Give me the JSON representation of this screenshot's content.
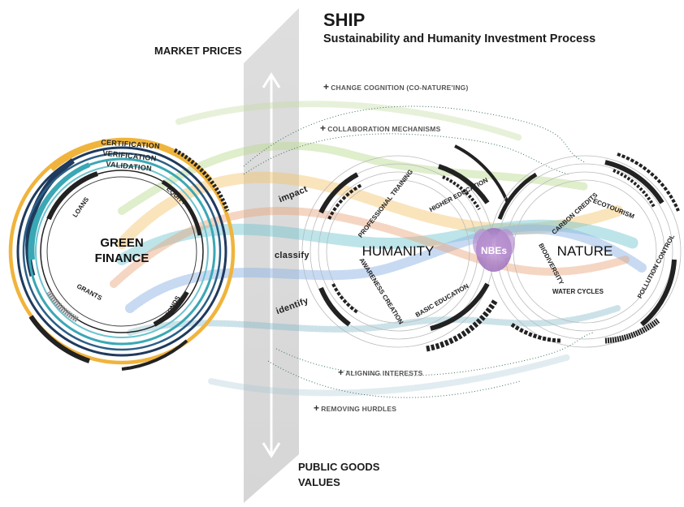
{
  "header": {
    "title": "SHIP",
    "subtitle": "Sustainability and Humanity Investment Process"
  },
  "axis": {
    "top": "MARKET PRICES",
    "bottom_line1": "PUBLIC GOODS",
    "bottom_line2": "VALUES"
  },
  "mechanisms": {
    "change_cognition": "CHANGE COGNITION (CO-NATURE'ING)",
    "collaboration": "COLLABORATION MECHANISMS",
    "aligning": "ALIGNING INTERESTS",
    "removing": "REMOVING HURDLES",
    "plus": "+"
  },
  "finance": {
    "title_line1": "GREEN",
    "title_line2": "FINANCE",
    "certification": "CERTIFICATION",
    "verification": "VERIFICATION",
    "validation": "VALIDATION",
    "loans": "LOANS",
    "equity": "EQUITY",
    "grants": "GRANTS",
    "bonds": "BONDS"
  },
  "flows": {
    "impact": "impact",
    "classify": "classify",
    "identify": "identify"
  },
  "humanity": {
    "title": "HUMANITY",
    "professional_training": "PROFESSIONAL TRAINING",
    "higher_education": "HIGHER EDUCATION",
    "awareness_creation": "AWARENESS CREATION",
    "basic_education": "BASIC EDUCATION"
  },
  "center": {
    "label": "NBEs"
  },
  "nature": {
    "title": "NATURE",
    "carbon_credits": "CARBON CREDITS",
    "ecotourism": "ECOTOURISM",
    "biodiversity": "BIODIVERSITY",
    "water_cycles": "WATER CYCLES",
    "pollution_control": "POLLUTION CONTROL"
  },
  "colors": {
    "gold": "#f0b43c",
    "navy": "#1f3a5c",
    "teal": "#3aa8b4",
    "purple": "#a97ec8"
  }
}
